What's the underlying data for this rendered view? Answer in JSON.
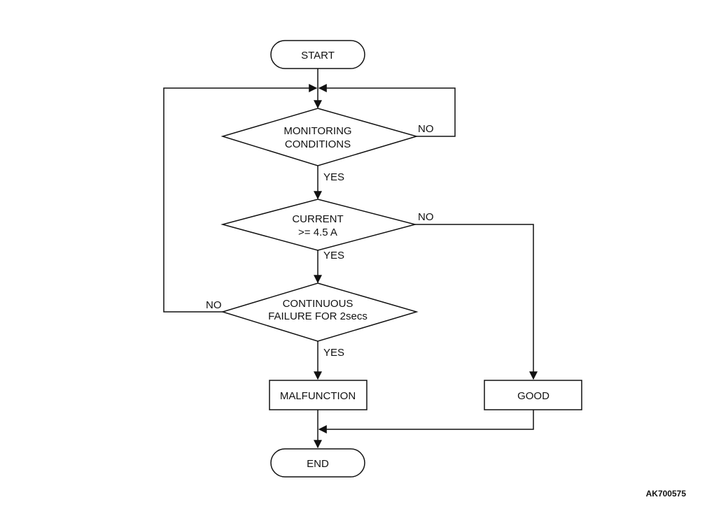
{
  "flowchart": {
    "start": "START",
    "end": "END",
    "decisions": [
      {
        "lines": [
          "MONITORING",
          "CONDITIONS"
        ],
        "yes": "YES",
        "no": "NO"
      },
      {
        "lines": [
          "CURRENT",
          ">= 4.5 A"
        ],
        "yes": "YES",
        "no": "NO"
      },
      {
        "lines": [
          "CONTINUOUS",
          "FAILURE FOR 2secs"
        ],
        "yes": "YES",
        "no": "NO"
      }
    ],
    "malfunction": "MALFUNCTION",
    "good": "GOOD"
  },
  "figure_code": "AK700575"
}
